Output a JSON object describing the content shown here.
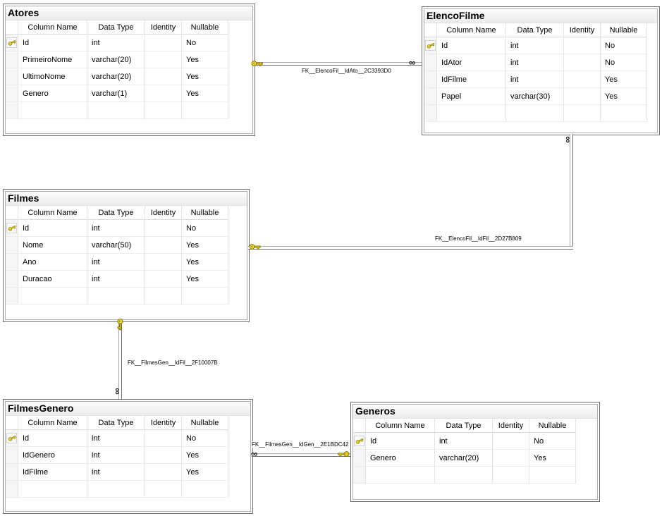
{
  "diagram": {
    "tables": [
      {
        "name": "Atores",
        "headers": [
          "Column Name",
          "Data Type",
          "Identity",
          "Nullable"
        ],
        "rows": [
          {
            "key": true,
            "column_name": "Id",
            "data_type": "int",
            "identity": "",
            "nullable": "No"
          },
          {
            "key": false,
            "column_name": "PrimeiroNome",
            "data_type": "varchar(20)",
            "identity": "",
            "nullable": "Yes"
          },
          {
            "key": false,
            "column_name": "UltimoNome",
            "data_type": "varchar(20)",
            "identity": "",
            "nullable": "Yes"
          },
          {
            "key": false,
            "column_name": "Genero",
            "data_type": "varchar(1)",
            "identity": "",
            "nullable": "Yes"
          },
          {
            "key": false,
            "column_name": "",
            "data_type": "",
            "identity": "",
            "nullable": ""
          }
        ]
      },
      {
        "name": "ElencoFilme",
        "headers": [
          "Column Name",
          "Data Type",
          "Identity",
          "Nullable"
        ],
        "rows": [
          {
            "key": true,
            "column_name": "Id",
            "data_type": "int",
            "identity": "",
            "nullable": "No"
          },
          {
            "key": false,
            "column_name": "IdAtor",
            "data_type": "int",
            "identity": "",
            "nullable": "No"
          },
          {
            "key": false,
            "column_name": "IdFilme",
            "data_type": "int",
            "identity": "",
            "nullable": "Yes"
          },
          {
            "key": false,
            "column_name": "Papel",
            "data_type": "varchar(30)",
            "identity": "",
            "nullable": "Yes"
          },
          {
            "key": false,
            "column_name": "",
            "data_type": "",
            "identity": "",
            "nullable": ""
          }
        ]
      },
      {
        "name": "Filmes",
        "headers": [
          "Column Name",
          "Data Type",
          "Identity",
          "Nullable"
        ],
        "rows": [
          {
            "key": true,
            "column_name": "Id",
            "data_type": "int",
            "identity": "",
            "nullable": "No"
          },
          {
            "key": false,
            "column_name": "Nome",
            "data_type": "varchar(50)",
            "identity": "",
            "nullable": "Yes"
          },
          {
            "key": false,
            "column_name": "Ano",
            "data_type": "int",
            "identity": "",
            "nullable": "Yes"
          },
          {
            "key": false,
            "column_name": "Duracao",
            "data_type": "int",
            "identity": "",
            "nullable": "Yes"
          },
          {
            "key": false,
            "column_name": "",
            "data_type": "",
            "identity": "",
            "nullable": ""
          }
        ]
      },
      {
        "name": "FilmesGenero",
        "headers": [
          "Column Name",
          "Data Type",
          "Identity",
          "Nullable"
        ],
        "rows": [
          {
            "key": true,
            "column_name": "Id",
            "data_type": "int",
            "identity": "",
            "nullable": "No"
          },
          {
            "key": false,
            "column_name": "IdGenero",
            "data_type": "int",
            "identity": "",
            "nullable": "Yes"
          },
          {
            "key": false,
            "column_name": "IdFilme",
            "data_type": "int",
            "identity": "",
            "nullable": "Yes"
          },
          {
            "key": false,
            "column_name": "",
            "data_type": "",
            "identity": "",
            "nullable": ""
          }
        ]
      },
      {
        "name": "Generos",
        "headers": [
          "Column Name",
          "Data Type",
          "Identity",
          "Nullable"
        ],
        "rows": [
          {
            "key": true,
            "column_name": "Id",
            "data_type": "int",
            "identity": "",
            "nullable": "No"
          },
          {
            "key": false,
            "column_name": "Genero",
            "data_type": "varchar(20)",
            "identity": "",
            "nullable": "Yes"
          },
          {
            "key": false,
            "column_name": "",
            "data_type": "",
            "identity": "",
            "nullable": ""
          }
        ]
      }
    ],
    "relationships": [
      {
        "label": "FK__ElencoFil__IdAto__2C3393D0",
        "one_side": "Atores",
        "many_side": "ElencoFilme"
      },
      {
        "label": "FK__ElencoFil__IdFil__2D27B809",
        "one_side": "Filmes",
        "many_side": "ElencoFilme"
      },
      {
        "label": "FK__FilmesGen__IdFil__2F10007B",
        "one_side": "Filmes",
        "many_side": "FilmesGenero"
      },
      {
        "label": "FK__FilmesGen__IdGen__2E1BDC42",
        "one_side": "Generos",
        "many_side": "FilmesGenero"
      }
    ]
  },
  "icons": {
    "primary_key": "key-icon",
    "one_end": "key-icon",
    "many_end": "infinity-icon",
    "many_glyph": "∞"
  },
  "colors": {
    "key_fill": "#f5e11e",
    "key_stroke": "#857400",
    "connector_light": "#a9a9a9",
    "connector_dark": "#6d6d6d",
    "table_border": "#6f6f6f"
  }
}
